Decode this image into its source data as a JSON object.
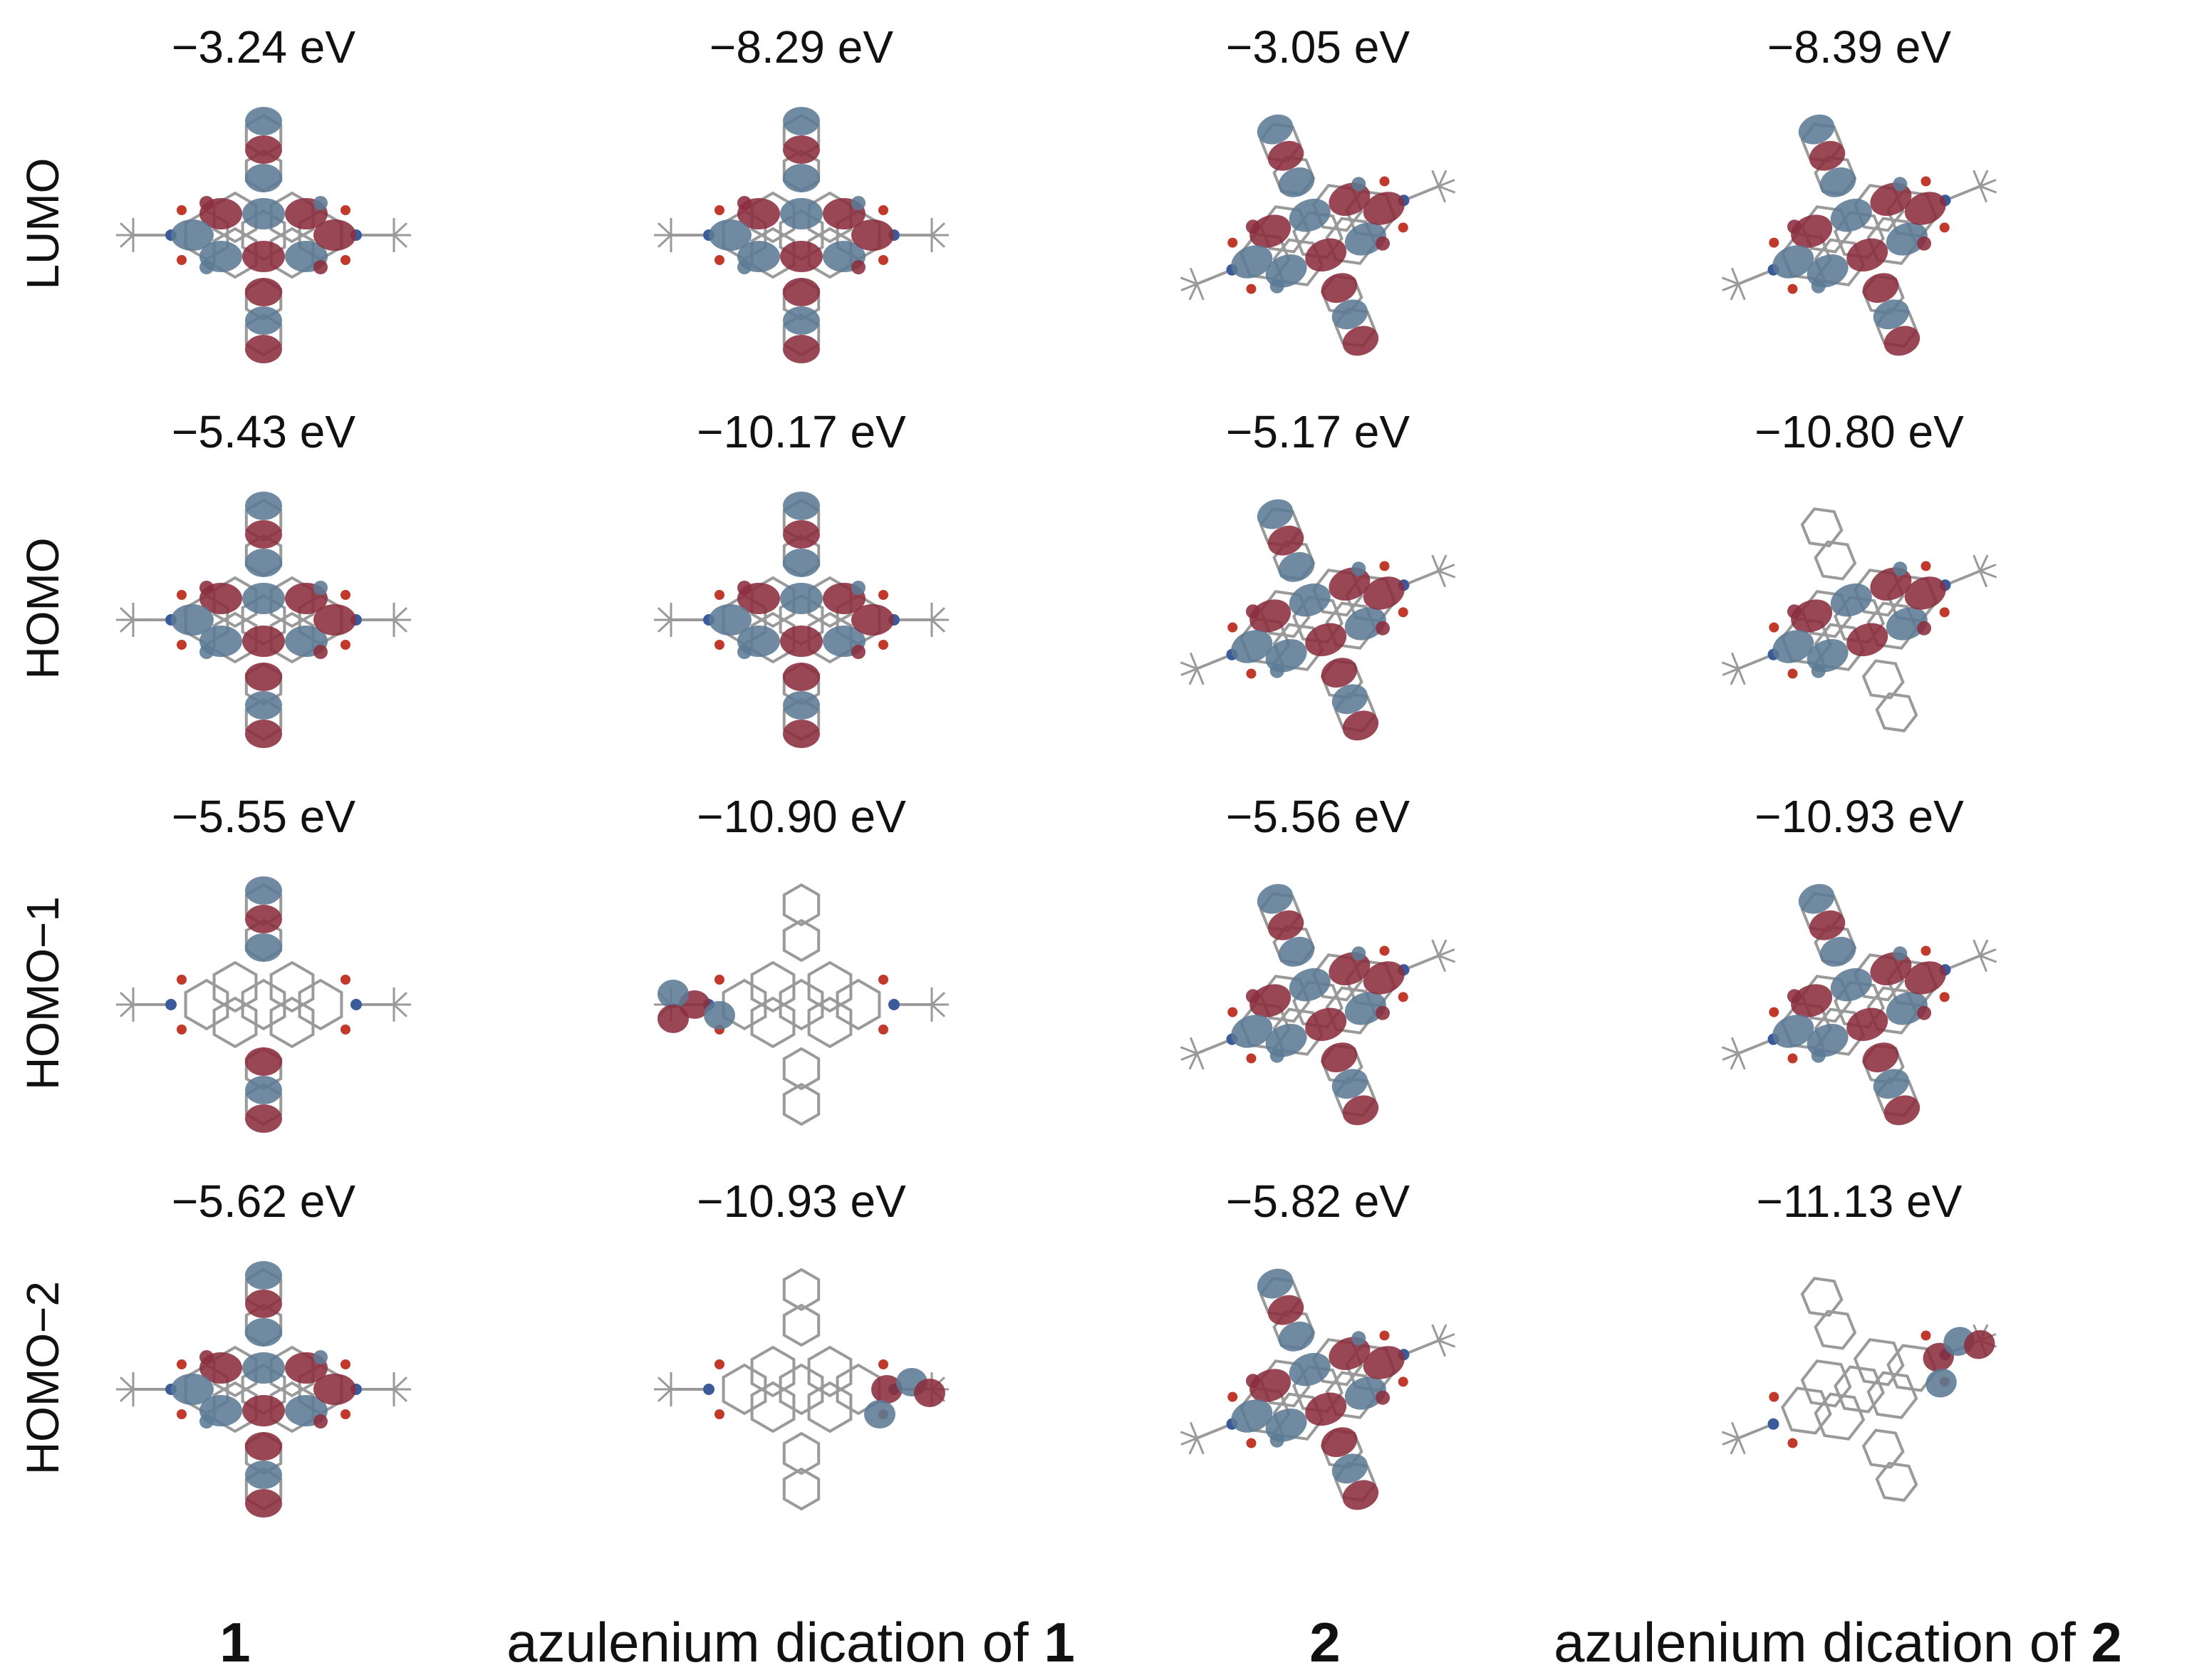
{
  "colors": {
    "orbital_positive": "#8b2e3e",
    "orbital_negative": "#5b7a94",
    "bonds": "#9a9a9a",
    "nitrogen": "#3a5a9a",
    "oxygen": "#c0392b"
  },
  "rows": [
    {
      "label": "LUMO"
    },
    {
      "label": "HOMO"
    },
    {
      "label": "HOMO−1"
    },
    {
      "label": "HOMO−2"
    }
  ],
  "columns": [
    {
      "label_text": "",
      "label_bold": "1",
      "structure": "plus"
    },
    {
      "label_text": "azulenium dication of ",
      "label_bold": "1",
      "structure": "plus"
    },
    {
      "label_text": "",
      "label_bold": "2",
      "structure": "diag"
    },
    {
      "label_text": "azulenium dication of ",
      "label_bold": "2",
      "structure": "diag"
    }
  ],
  "energies": [
    [
      "−3.24 eV",
      "−8.29 eV",
      "−3.05 eV",
      "−8.39 eV"
    ],
    [
      "−5.43 eV",
      "−10.17 eV",
      "−5.17 eV",
      "−10.80 eV"
    ],
    [
      "−5.55 eV",
      "−10.90 eV",
      "−5.56 eV",
      "−10.93 eV"
    ],
    [
      "−5.62 eV",
      "−10.93 eV",
      "−5.82 eV",
      "−11.13 eV"
    ]
  ],
  "orbital_patterns": [
    [
      "full",
      "full",
      "full",
      "full"
    ],
    [
      "full",
      "full",
      "full",
      "core"
    ],
    [
      "arms",
      "left",
      "full",
      "full"
    ],
    [
      "full",
      "right",
      "full",
      "right"
    ]
  ]
}
